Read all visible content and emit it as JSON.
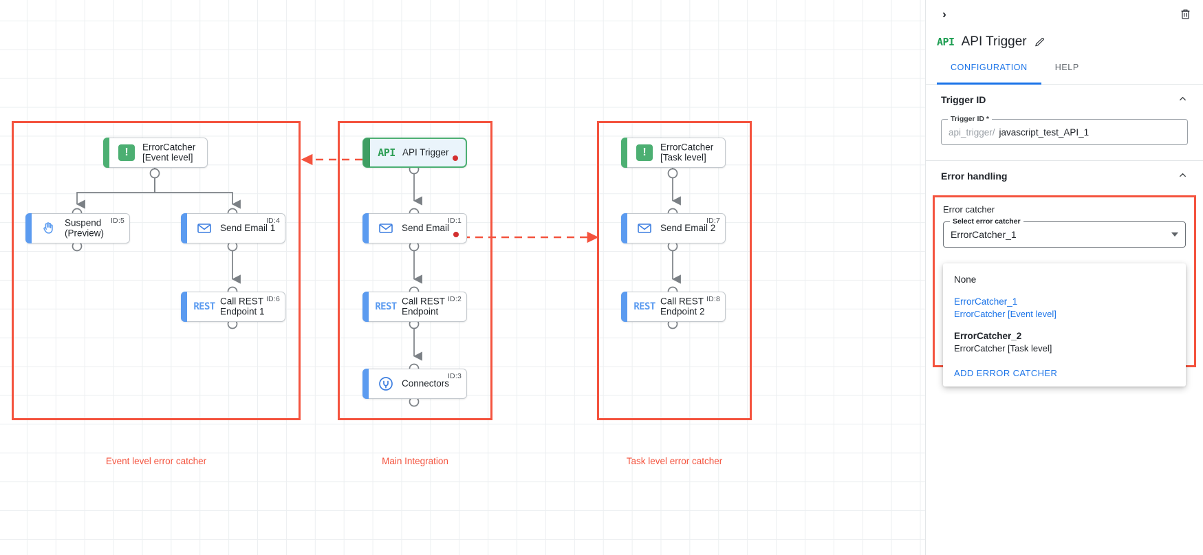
{
  "canvas": {
    "groups": [
      {
        "name": "event-level-group",
        "label": "Event level error catcher"
      },
      {
        "name": "main-integration-group",
        "label": "Main Integration"
      },
      {
        "name": "task-level-group",
        "label": "Task level error catcher"
      }
    ],
    "nodes": [
      {
        "key": "errorcatcher_event",
        "title": "ErrorCatcher\n[Event level]",
        "icon": "exclamation-icon",
        "id_label": "",
        "kind": "green"
      },
      {
        "key": "suspend",
        "title": "Suspend\n(Preview)",
        "icon": "hand-icon",
        "id_label": "ID:5",
        "kind": "blue"
      },
      {
        "key": "send_email_1",
        "title": "Send Email 1",
        "icon": "envelope-icon",
        "id_label": "ID:4",
        "kind": "blue"
      },
      {
        "key": "call_rest_1",
        "title": "Call REST\nEndpoint 1",
        "icon": "rest-icon",
        "id_label": "ID:6",
        "kind": "blue"
      },
      {
        "key": "api_trigger",
        "title": "API Trigger",
        "icon": "api-icon",
        "id_label": "",
        "kind": "trigger"
      },
      {
        "key": "send_email",
        "title": "Send Email",
        "icon": "envelope-icon",
        "id_label": "ID:1",
        "kind": "blue"
      },
      {
        "key": "call_rest",
        "title": "Call REST\nEndpoint",
        "icon": "rest-icon",
        "id_label": "ID:2",
        "kind": "blue"
      },
      {
        "key": "connectors",
        "title": "Connectors",
        "icon": "connectors-icon",
        "id_label": "ID:3",
        "kind": "blue"
      },
      {
        "key": "errorcatcher_task",
        "title": "ErrorCatcher\n[Task level]",
        "icon": "exclamation-icon",
        "id_label": "",
        "kind": "green"
      },
      {
        "key": "send_email_2",
        "title": "Send Email 2",
        "icon": "envelope-icon",
        "id_label": "ID:7",
        "kind": "blue"
      },
      {
        "key": "call_rest_2",
        "title": "Call REST\nEndpoint 2",
        "icon": "rest-icon",
        "id_label": "ID:8",
        "kind": "blue"
      }
    ]
  },
  "panel": {
    "collapse_glyph": "›",
    "badge": "API",
    "title": "API Trigger",
    "tabs": [
      {
        "key": "configuration",
        "label": "CONFIGURATION",
        "active": true
      },
      {
        "key": "help",
        "label": "HELP",
        "active": false
      }
    ],
    "trigger_section": {
      "heading": "Trigger ID",
      "field_legend": "Trigger ID *",
      "prefix": "api_trigger/",
      "value": "javascript_test_API_1"
    },
    "error_section": {
      "heading": "Error handling",
      "card_title": "Error catcher",
      "select_legend": "Select error catcher",
      "selected": "ErrorCatcher_1",
      "options": [
        {
          "key": "none",
          "line1": "None",
          "line2": "",
          "selected": false,
          "bold": false
        },
        {
          "key": "errorcatcher_1",
          "line1": "ErrorCatcher_1",
          "line2": "ErrorCatcher [Event level]",
          "selected": true,
          "bold": false
        },
        {
          "key": "errorcatcher_2",
          "line1": "ErrorCatcher_2",
          "line2": "ErrorCatcher [Task level]",
          "selected": false,
          "bold": true
        }
      ],
      "add_action": "ADD ERROR CATCHER"
    }
  },
  "colors": {
    "accent_blue": "#1a73e8",
    "group_red": "#f4533e",
    "node_blue": "#5b9bf0",
    "node_green": "#4caf72",
    "error_dot": "#d32f2f"
  }
}
